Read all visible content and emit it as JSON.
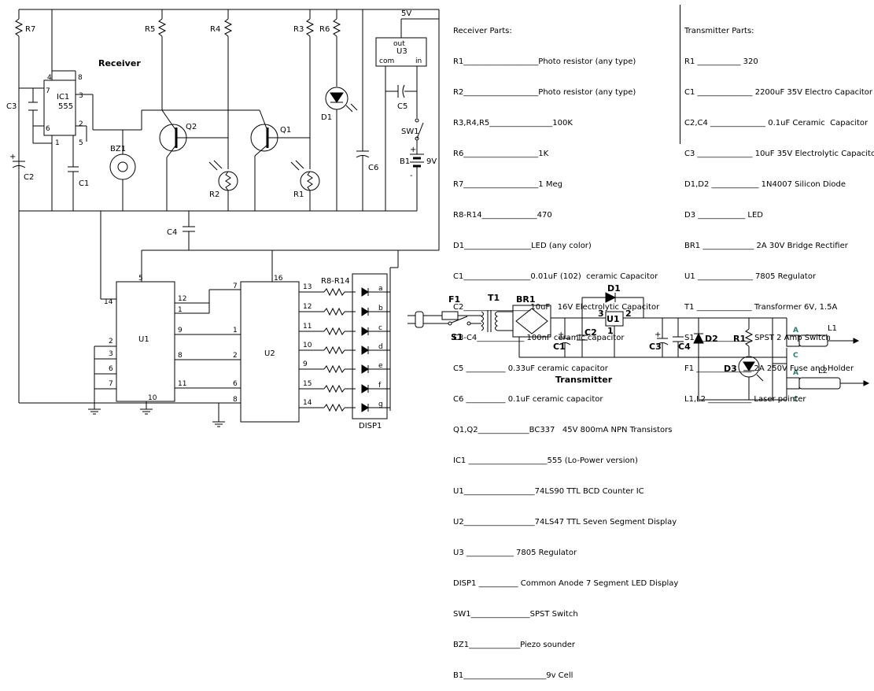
{
  "receiver": {
    "title": "Receiver",
    "parts_heading": "Receiver Parts:",
    "parts": [
      "R1___________________Photo resistor (any type)",
      "R2___________________Photo resistor (any type)",
      "R3,R4,R5________________100K",
      "R6___________________1K",
      "R7___________________1 Meg",
      "R8-R14______________470",
      "D1_________________LED (any color)",
      "C1_________________0.01uF (102)  ceramic Capacitor",
      "C2_________________10uF   16V Electrolytic Capacitor",
      "C3-C4____________ 100nF ceramic capacitor",
      "C5 __________ 0.33uF ceramic capacitor",
      "C6 __________ 0.1uF ceramic capacitor",
      "Q1,Q2_____________BC337   45V 800mA NPN Transistors",
      "IC1 ____________________555 (Lo-Power version)",
      "U1__________________74LS90 TTL BCD Counter IC",
      "U2__________________74LS47 TTL Seven Segment Display",
      "U3 ____________ 7805 Regulator",
      "DISP1 __________ Common Anode 7 Segment LED Display",
      "SW1_______________SPST Switch",
      "BZ1_____________Piezo sounder",
      "B1_____________________9v Cell"
    ]
  },
  "transmitter": {
    "title": "Transmitter",
    "parts_heading": "Transmitter Parts:",
    "parts": [
      "R1 ___________ 320",
      "C1 ______________ 2200uF 35V Electro Capacitor",
      "C2,C4 ______________ 0.1uF Ceramic  Capacitor",
      "C3 ______________ 10uF 35V Electrolytic Capacitor",
      "D1,D2 ____________ 1N4007 Silicon Diode",
      "D3 ____________ LED",
      "BR1 _____________ 2A 30V Bridge Rectifier",
      "U1 ______________ 7805 Regulator",
      "T1 ______________ Transformer 6V, 1.5A",
      "S1 ______________ SPST 2 Amp Switch",
      "F1 ______________ 2A 250V Fuse and Holder",
      "L1,L2 ___________ Laser pointer"
    ]
  },
  "labels": {
    "r7": "R7",
    "r5": "R5",
    "r4": "R4",
    "r3": "R3",
    "r6": "R6",
    "r1": "R1",
    "r2": "R2",
    "c1": "C1",
    "c2": "C2",
    "c3": "C3",
    "c4": "C4",
    "c5": "C5",
    "c6": "C6",
    "q1": "Q1",
    "q2": "Q2",
    "d1": "D1",
    "bz1": "BZ1",
    "sw1": "SW1",
    "b1": "B1",
    "b1v": "9V",
    "ic1a": "IC1",
    "ic1b": "555",
    "p4": "4",
    "p8": "8",
    "p7": "7",
    "p3": "3",
    "p6": "6",
    "p2": "2",
    "p1": "1",
    "p5": "5",
    "u3": "U3",
    "u3out": "out",
    "u3com": "com",
    "u3in": "in",
    "v5": "5V",
    "u1": "U1",
    "u2": "U2",
    "disp1": "DISP1",
    "r8r14": "R8-R14",
    "u1p5": "5",
    "u1p14": "14",
    "u1p12": "12",
    "u1p1a": "1",
    "u1p9": "9",
    "u1p8": "8",
    "u1p11": "11",
    "u1p2": "2",
    "u1p3": "3",
    "u1p6": "6",
    "u1p7": "7",
    "u1p10": "10",
    "u2p16": "16",
    "u2p7": "7",
    "u2p1": "1",
    "u2p2": "2",
    "u2p6": "6",
    "u2p8": "8",
    "u2p13": "13",
    "u2p12": "12",
    "u2p11": "11",
    "u2p10": "10",
    "u2p9": "9",
    "u2p15": "15",
    "u2p14": "14",
    "seg_a": "a",
    "seg_b": "b",
    "seg_c": "c",
    "seg_d": "d",
    "seg_e": "e",
    "seg_f": "f",
    "seg_g": "g",
    "plus1": "+",
    "minus1": "-",
    "plus2": "+",
    "tf1": "F1",
    "tt1": "T1",
    "ts1": "S1",
    "tbr1": "BR1",
    "td1": "D1",
    "tu1": "U1",
    "tu1p3": "3",
    "tu1p2": "2",
    "tu1p1": "1",
    "tc1": "C1",
    "tc2": "C2",
    "tc3": "C3",
    "tc4": "C4",
    "td2": "D2",
    "tr1": "R1",
    "td3": "D3",
    "tl1": "L1",
    "tl2": "L2",
    "ta1": "A",
    "tc_1": "C",
    "ta2": "A",
    "tc_2": "C",
    "tplus1": "+",
    "tplus2": "+"
  },
  "colors": {
    "line": "#000000",
    "laser_pin": "#2e7d6b"
  }
}
